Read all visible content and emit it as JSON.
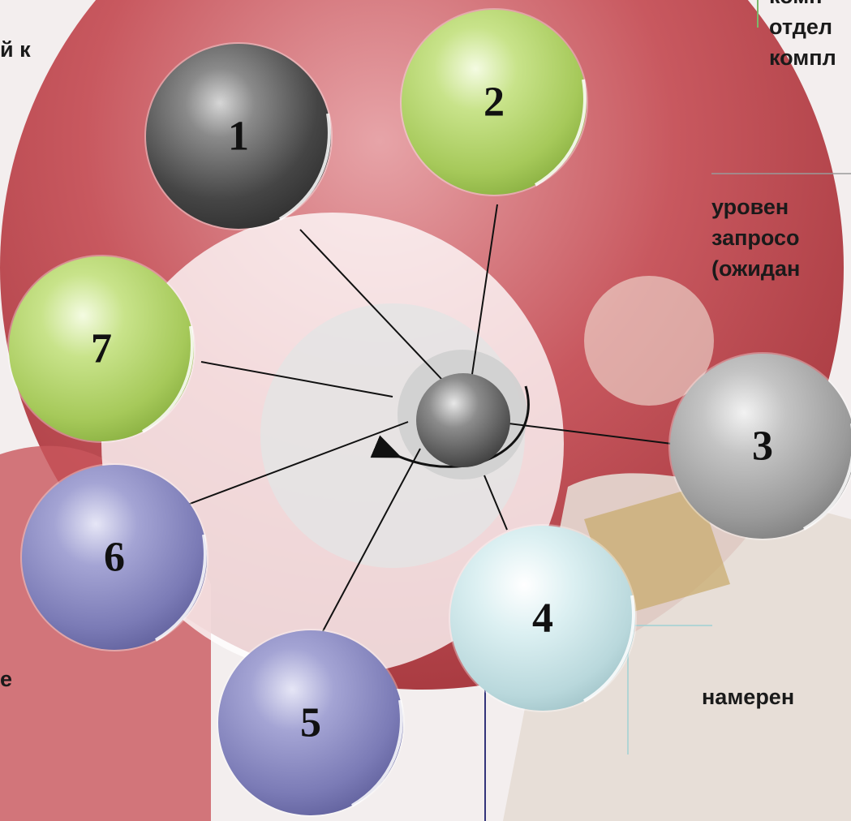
{
  "text_fragments": {
    "top_right": [
      "комп",
      "отдел",
      "компл"
    ],
    "mid_right": [
      "уровен",
      "запросо",
      "(ожидан"
    ],
    "lower_right": [
      "намерен"
    ],
    "top_left": [
      "й к"
    ],
    "bottom_left": [
      "е"
    ]
  },
  "balls": [
    {
      "label": "1",
      "color": "dark-gray"
    },
    {
      "label": "2",
      "color": "lime-green"
    },
    {
      "label": "3",
      "color": "silver-gray"
    },
    {
      "label": "4",
      "color": "pale-cyan"
    },
    {
      "label": "5",
      "color": "lavender-blue"
    },
    {
      "label": "6",
      "color": "lavender-blue"
    },
    {
      "label": "7",
      "color": "lime-green"
    }
  ],
  "palette": {
    "dark_gray": "#555555",
    "lime_green": "#b5d46a",
    "silver_gray": "#a8a8a8",
    "pale_cyan": "#c9e3e6",
    "lavender_blue": "#8080bb",
    "background_red": "#b8484f"
  }
}
